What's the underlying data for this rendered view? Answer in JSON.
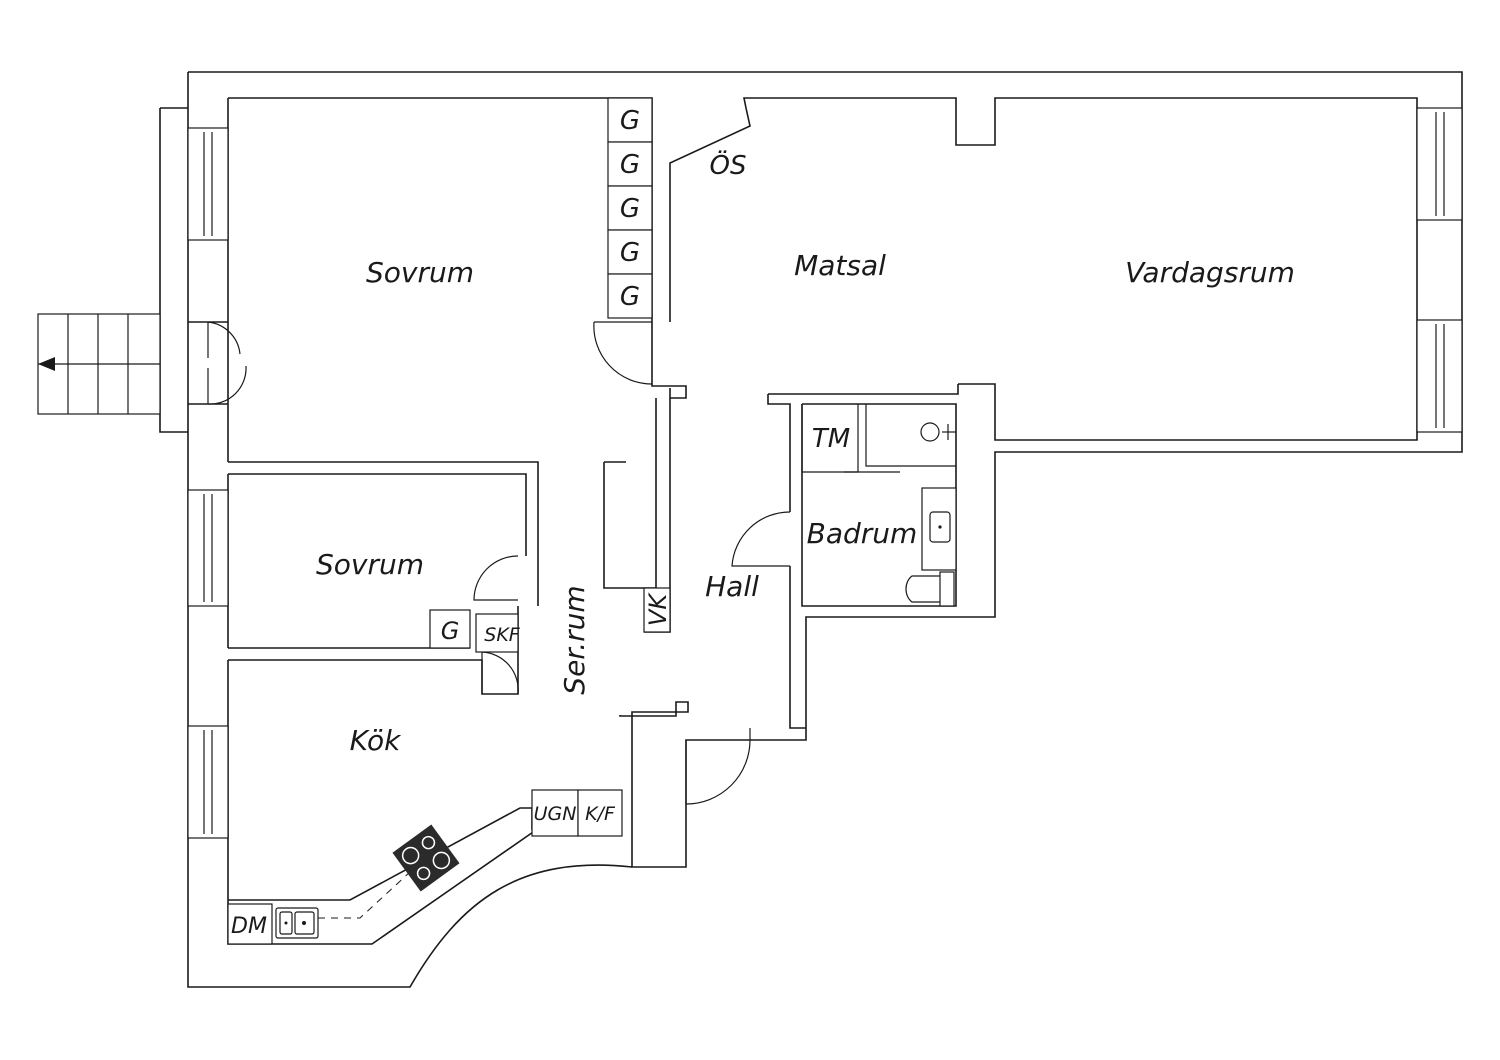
{
  "rooms": {
    "bedroom_large": "Sovrum",
    "bedroom_small": "Sovrum",
    "dining": "Matsal",
    "living": "Vardagsrum",
    "kitchen": "Kök",
    "hall": "Hall",
    "bathroom": "Badrum",
    "service_room": "Ser.rum"
  },
  "fixtures": {
    "wardrobe": "G",
    "tiled_stove": "ÖS",
    "laundry": "TM",
    "linen": "VK",
    "shoe_cabinet": "SKF",
    "oven": "UGN",
    "fridge_freezer": "K/F",
    "dishwasher": "DM"
  },
  "icons": [
    "stairs-arrow-icon",
    "cooktop-icon",
    "kitchen-sink-icon",
    "bathroom-sink-icon",
    "toilet-icon",
    "laundry-sink-icon"
  ],
  "colors": {
    "line": "#1a1a1a",
    "background": "#ffffff",
    "cooktop": "#2b2b2b"
  }
}
